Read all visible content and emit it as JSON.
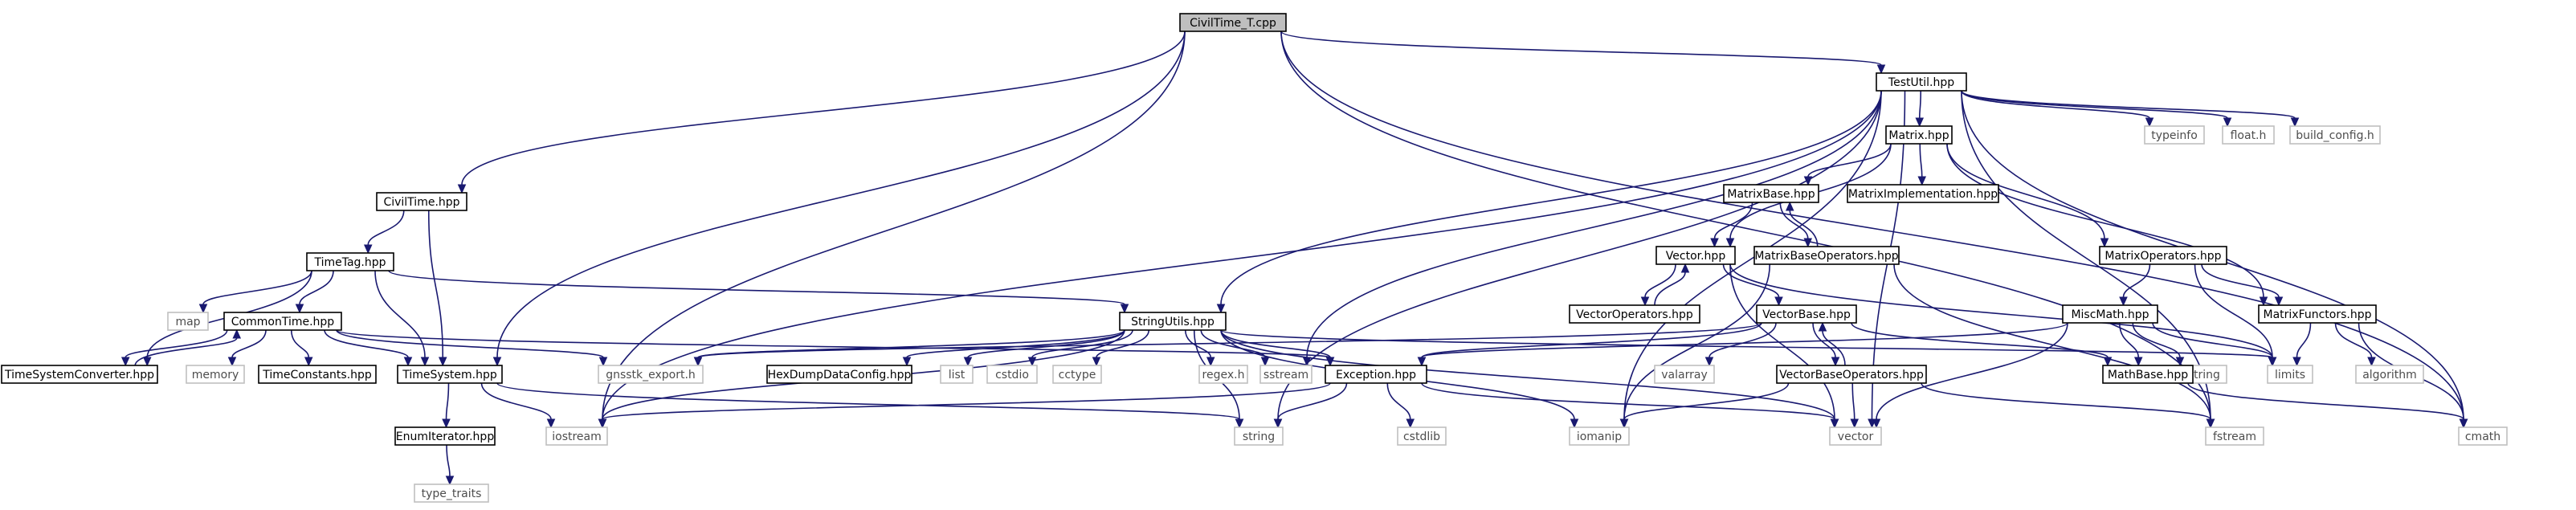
{
  "graph": {
    "colors": {
      "edge": "#191970",
      "local_border": "#000000",
      "system_border": "#bfbfbf",
      "root_fill": "#bfbfbf"
    },
    "nodes": [
      {
        "id": "root",
        "label": "CivilTime_T.cpp",
        "kind": "root"
      },
      {
        "id": "testutil",
        "label": "TestUtil.hpp",
        "kind": "local"
      },
      {
        "id": "civiltime",
        "label": "CivilTime.hpp",
        "kind": "local"
      },
      {
        "id": "timetag",
        "label": "TimeTag.hpp",
        "kind": "local"
      },
      {
        "id": "map",
        "label": "map",
        "kind": "system"
      },
      {
        "id": "commontime",
        "label": "CommonTime.hpp",
        "kind": "local"
      },
      {
        "id": "tsconv",
        "label": "TimeSystemConverter.hpp",
        "kind": "local"
      },
      {
        "id": "memory",
        "label": "memory",
        "kind": "system"
      },
      {
        "id": "timeconst",
        "label": "TimeConstants.hpp",
        "kind": "local"
      },
      {
        "id": "timesystem",
        "label": "TimeSystem.hpp",
        "kind": "local"
      },
      {
        "id": "gnsstk",
        "label": "gnsstk_export.h",
        "kind": "system"
      },
      {
        "id": "enumiter",
        "label": "EnumIterator.hpp",
        "kind": "local"
      },
      {
        "id": "typetraits",
        "label": "type_traits",
        "kind": "system"
      },
      {
        "id": "iostream",
        "label": "iostream",
        "kind": "system"
      },
      {
        "id": "stringutils",
        "label": "StringUtils.hpp",
        "kind": "local"
      },
      {
        "id": "hexdump",
        "label": "HexDumpDataConfig.hpp",
        "kind": "local"
      },
      {
        "id": "list",
        "label": "list",
        "kind": "system"
      },
      {
        "id": "cstdio",
        "label": "cstdio",
        "kind": "system"
      },
      {
        "id": "cctype",
        "label": "cctype",
        "kind": "system"
      },
      {
        "id": "regex",
        "label": "regex.h",
        "kind": "system"
      },
      {
        "id": "sstream",
        "label": "sstream",
        "kind": "system"
      },
      {
        "id": "exception",
        "label": "Exception.hpp",
        "kind": "local"
      },
      {
        "id": "string",
        "label": "string",
        "kind": "system"
      },
      {
        "id": "cstdlib",
        "label": "cstdlib",
        "kind": "system"
      },
      {
        "id": "iomanip",
        "label": "iomanip",
        "kind": "system"
      },
      {
        "id": "matrix",
        "label": "Matrix.hpp",
        "kind": "local"
      },
      {
        "id": "matrixbase",
        "label": "MatrixBase.hpp",
        "kind": "local"
      },
      {
        "id": "matriximpl",
        "label": "MatrixImplementation.hpp",
        "kind": "local"
      },
      {
        "id": "vector",
        "label": "Vector.hpp",
        "kind": "local"
      },
      {
        "id": "matrixbaseops",
        "label": "MatrixBaseOperators.hpp",
        "kind": "local"
      },
      {
        "id": "vectorops",
        "label": "VectorOperators.hpp",
        "kind": "local"
      },
      {
        "id": "vectorbase",
        "label": "VectorBase.hpp",
        "kind": "local"
      },
      {
        "id": "valarray",
        "label": "valarray",
        "kind": "system"
      },
      {
        "id": "vectorbaseops",
        "label": "VectorBaseOperators.hpp",
        "kind": "local"
      },
      {
        "id": "stdvector",
        "label": "vector",
        "kind": "system"
      },
      {
        "id": "matrixops",
        "label": "MatrixOperators.hpp",
        "kind": "local"
      },
      {
        "id": "miscmath",
        "label": "MiscMath.hpp",
        "kind": "local"
      },
      {
        "id": "matrixfunctors",
        "label": "MatrixFunctors.hpp",
        "kind": "local"
      },
      {
        "id": "cstring",
        "label": "cstring",
        "kind": "system"
      },
      {
        "id": "limits",
        "label": "limits",
        "kind": "system"
      },
      {
        "id": "algorithm",
        "label": "algorithm",
        "kind": "system"
      },
      {
        "id": "mathbase",
        "label": "MathBase.hpp",
        "kind": "local"
      },
      {
        "id": "fstream",
        "label": "fstream",
        "kind": "system"
      },
      {
        "id": "cmath",
        "label": "cmath",
        "kind": "system"
      },
      {
        "id": "typeinfo",
        "label": "typeinfo",
        "kind": "system"
      },
      {
        "id": "floath",
        "label": "float.h",
        "kind": "system"
      },
      {
        "id": "buildconfig",
        "label": "build_config.h",
        "kind": "system"
      }
    ],
    "edges": [
      [
        "root",
        "testutil"
      ],
      [
        "root",
        "civiltime"
      ],
      [
        "root",
        "timesystem"
      ],
      [
        "root",
        "iostream"
      ],
      [
        "root",
        "fstream"
      ],
      [
        "root",
        "cmath"
      ],
      [
        "civiltime",
        "timetag"
      ],
      [
        "civiltime",
        "timesystem"
      ],
      [
        "timetag",
        "map"
      ],
      [
        "timetag",
        "commontime"
      ],
      [
        "timetag",
        "tsconv"
      ],
      [
        "timetag",
        "timesystem"
      ],
      [
        "timetag",
        "stringutils"
      ],
      [
        "commontime",
        "tsconv"
      ],
      [
        "commontime",
        "memory"
      ],
      [
        "commontime",
        "timeconst"
      ],
      [
        "commontime",
        "timesystem"
      ],
      [
        "commontime",
        "gnsstk"
      ],
      [
        "commontime",
        "exception"
      ],
      [
        "tsconv",
        "commontime"
      ],
      [
        "timesystem",
        "enumiter"
      ],
      [
        "timesystem",
        "iostream"
      ],
      [
        "timesystem",
        "string"
      ],
      [
        "enumiter",
        "typetraits"
      ],
      [
        "testutil",
        "stringutils"
      ],
      [
        "testutil",
        "iostream"
      ],
      [
        "testutil",
        "sstream"
      ],
      [
        "testutil",
        "string"
      ],
      [
        "testutil",
        "iomanip"
      ],
      [
        "testutil",
        "matrix"
      ],
      [
        "testutil",
        "stdvector"
      ],
      [
        "testutil",
        "fstream"
      ],
      [
        "testutil",
        "typeinfo"
      ],
      [
        "testutil",
        "floath"
      ],
      [
        "testutil",
        "buildconfig"
      ],
      [
        "testutil",
        "cmath"
      ],
      [
        "stringutils",
        "iostream"
      ],
      [
        "stringutils",
        "hexdump"
      ],
      [
        "stringutils",
        "list"
      ],
      [
        "stringutils",
        "cstdio"
      ],
      [
        "stringutils",
        "cctype"
      ],
      [
        "stringutils",
        "string"
      ],
      [
        "stringutils",
        "regex"
      ],
      [
        "stringutils",
        "sstream"
      ],
      [
        "stringutils",
        "exception"
      ],
      [
        "stringutils",
        "iomanip"
      ],
      [
        "stringutils",
        "stdvector"
      ],
      [
        "stringutils",
        "gnsstk"
      ],
      [
        "stringutils",
        "limits"
      ],
      [
        "exception",
        "iostream"
      ],
      [
        "exception",
        "string"
      ],
      [
        "exception",
        "cstdlib"
      ],
      [
        "exception",
        "stdvector"
      ],
      [
        "matrix",
        "vector"
      ],
      [
        "matrix",
        "matrixbase"
      ],
      [
        "matrix",
        "matriximpl"
      ],
      [
        "matrix",
        "matrixops"
      ],
      [
        "matrix",
        "matrixfunctors"
      ],
      [
        "matrixbase",
        "vector"
      ],
      [
        "matrixbase",
        "matrixbaseops"
      ],
      [
        "matrixbaseops",
        "matrixbase"
      ],
      [
        "matrixbaseops",
        "iomanip"
      ],
      [
        "matrixbaseops",
        "fstream"
      ],
      [
        "vector",
        "vectorops"
      ],
      [
        "vector",
        "vectorbase"
      ],
      [
        "vector",
        "stdvector"
      ],
      [
        "vector",
        "limits"
      ],
      [
        "vectorops",
        "vector"
      ],
      [
        "vectorbase",
        "gnsstk"
      ],
      [
        "vectorbase",
        "valarray"
      ],
      [
        "vectorbase",
        "exception"
      ],
      [
        "vectorbase",
        "vectorbaseops"
      ],
      [
        "vectorbase",
        "mathbase"
      ],
      [
        "vectorbaseops",
        "vectorbase"
      ],
      [
        "vectorbaseops",
        "iomanip"
      ],
      [
        "vectorbaseops",
        "stdvector"
      ],
      [
        "vectorbaseops",
        "fstream"
      ],
      [
        "matrixops",
        "miscmath"
      ],
      [
        "matrixops",
        "matrixfunctors"
      ],
      [
        "matrixops",
        "limits"
      ],
      [
        "miscmath",
        "exception"
      ],
      [
        "miscmath",
        "mathbase"
      ],
      [
        "miscmath",
        "cstring"
      ],
      [
        "miscmath",
        "limits"
      ],
      [
        "miscmath",
        "stdvector"
      ],
      [
        "matrixfunctors",
        "limits"
      ],
      [
        "matrixfunctors",
        "algorithm"
      ],
      [
        "matrixfunctors",
        "cmath"
      ],
      [
        "mathbase",
        "cmath"
      ]
    ]
  }
}
